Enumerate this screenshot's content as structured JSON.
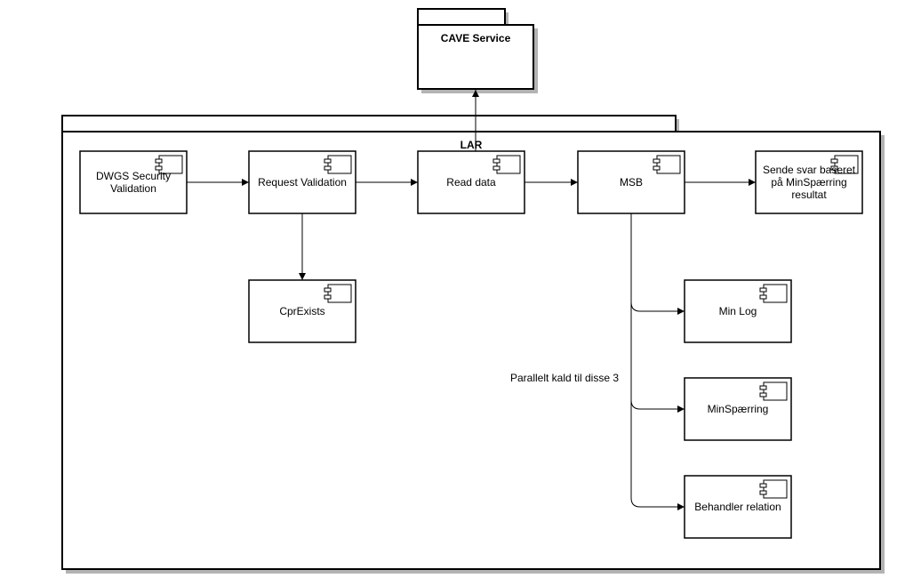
{
  "diagram": {
    "packages": {
      "cave": {
        "title": "CAVE Service"
      },
      "lar": {
        "title": "LAR"
      }
    },
    "components": {
      "dwgs": {
        "label_line1": "DWGS Security",
        "label_line2": "Validation"
      },
      "request": {
        "label": "Request Validation"
      },
      "read": {
        "label": "Read data"
      },
      "msb": {
        "label": "MSB"
      },
      "sende": {
        "label_line1": "Sende svar baseret",
        "label_line2": "på MinSpærring",
        "label_line3": "resultat"
      },
      "cpr": {
        "label": "CprExists"
      },
      "minlog": {
        "label": "Min Log"
      },
      "minspaerring": {
        "label": "MinSpærring"
      },
      "behandler": {
        "label": "Behandler relation"
      }
    },
    "note": "Parallelt kald til disse 3"
  },
  "colors": {
    "stroke": "#000000",
    "shadow": "#b3b3b3",
    "fill": "#ffffff"
  }
}
